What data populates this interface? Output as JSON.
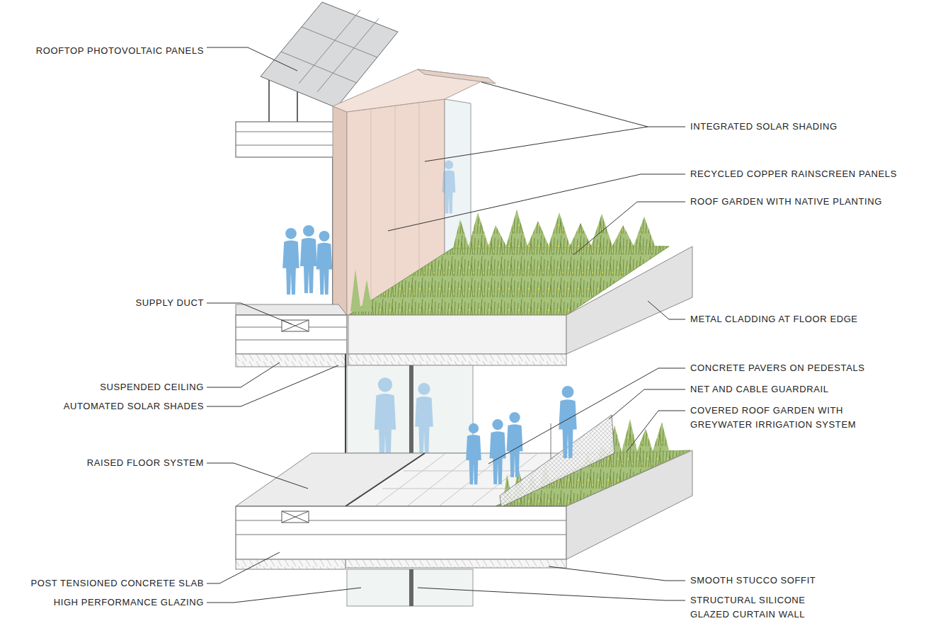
{
  "diagram": {
    "labels": [
      "ROOFTOP PHOTOVOLTAIC PANELS",
      "INTEGRATED SOLAR SHADING",
      "RECYCLED COPPER RAINSCREEN PANELS",
      "ROOF GARDEN WITH NATIVE PLANTING",
      "SUPPLY DUCT",
      "METAL CLADDING AT FLOOR EDGE",
      "CONCRETE PAVERS ON PEDESTALS",
      "SUSPENDED CEILING",
      "NET AND CABLE GUARDRAIL",
      "AUTOMATED SOLAR SHADES",
      "COVERED ROOF GARDEN WITH GREYWATER IRRIGATION SYSTEM",
      "RAISED FLOOR SYSTEM",
      "POST TENSIONED CONCRETE SLAB",
      "SMOOTH STUCCO SOFFIT",
      "HIGH PERFORMANCE GLAZING",
      "STRUCTURAL SILICONE GLAZED CURTAIN WALL"
    ]
  }
}
